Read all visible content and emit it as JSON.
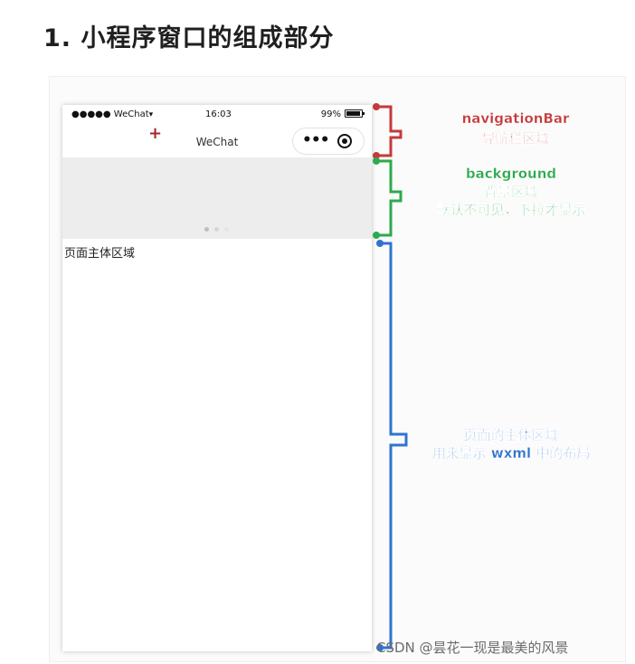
{
  "heading": "1. 小程序窗口的组成部分",
  "phone": {
    "status_bar": {
      "carrier": "●●●●● WeChat",
      "wifi_icon": "wifi-icon",
      "time": "16:03",
      "battery": "99%"
    },
    "nav_bar": {
      "add_icon": "+",
      "title": "WeChat",
      "more_icon": "•••"
    },
    "background": {
      "dot_colors": [
        "#bdbdbd",
        "#d6d6d6",
        "#e4e4e4"
      ]
    },
    "main": {
      "label": "页面主体区域"
    }
  },
  "annotations": {
    "navigation_bar": {
      "title": "navigationBar",
      "subtitle": "导航栏区域",
      "color": "#c53a3a"
    },
    "background": {
      "title": "background",
      "subtitle": "背景区域",
      "note": "默认不可见，下拉才显示",
      "color": "#2eaa4d"
    },
    "main_area": {
      "title": "页面的主体区域",
      "subtitle": "用来显示 wxml 中的布局",
      "color": "#2f74cf"
    }
  },
  "watermark": "CSDN @昙花一现是最美的风景"
}
